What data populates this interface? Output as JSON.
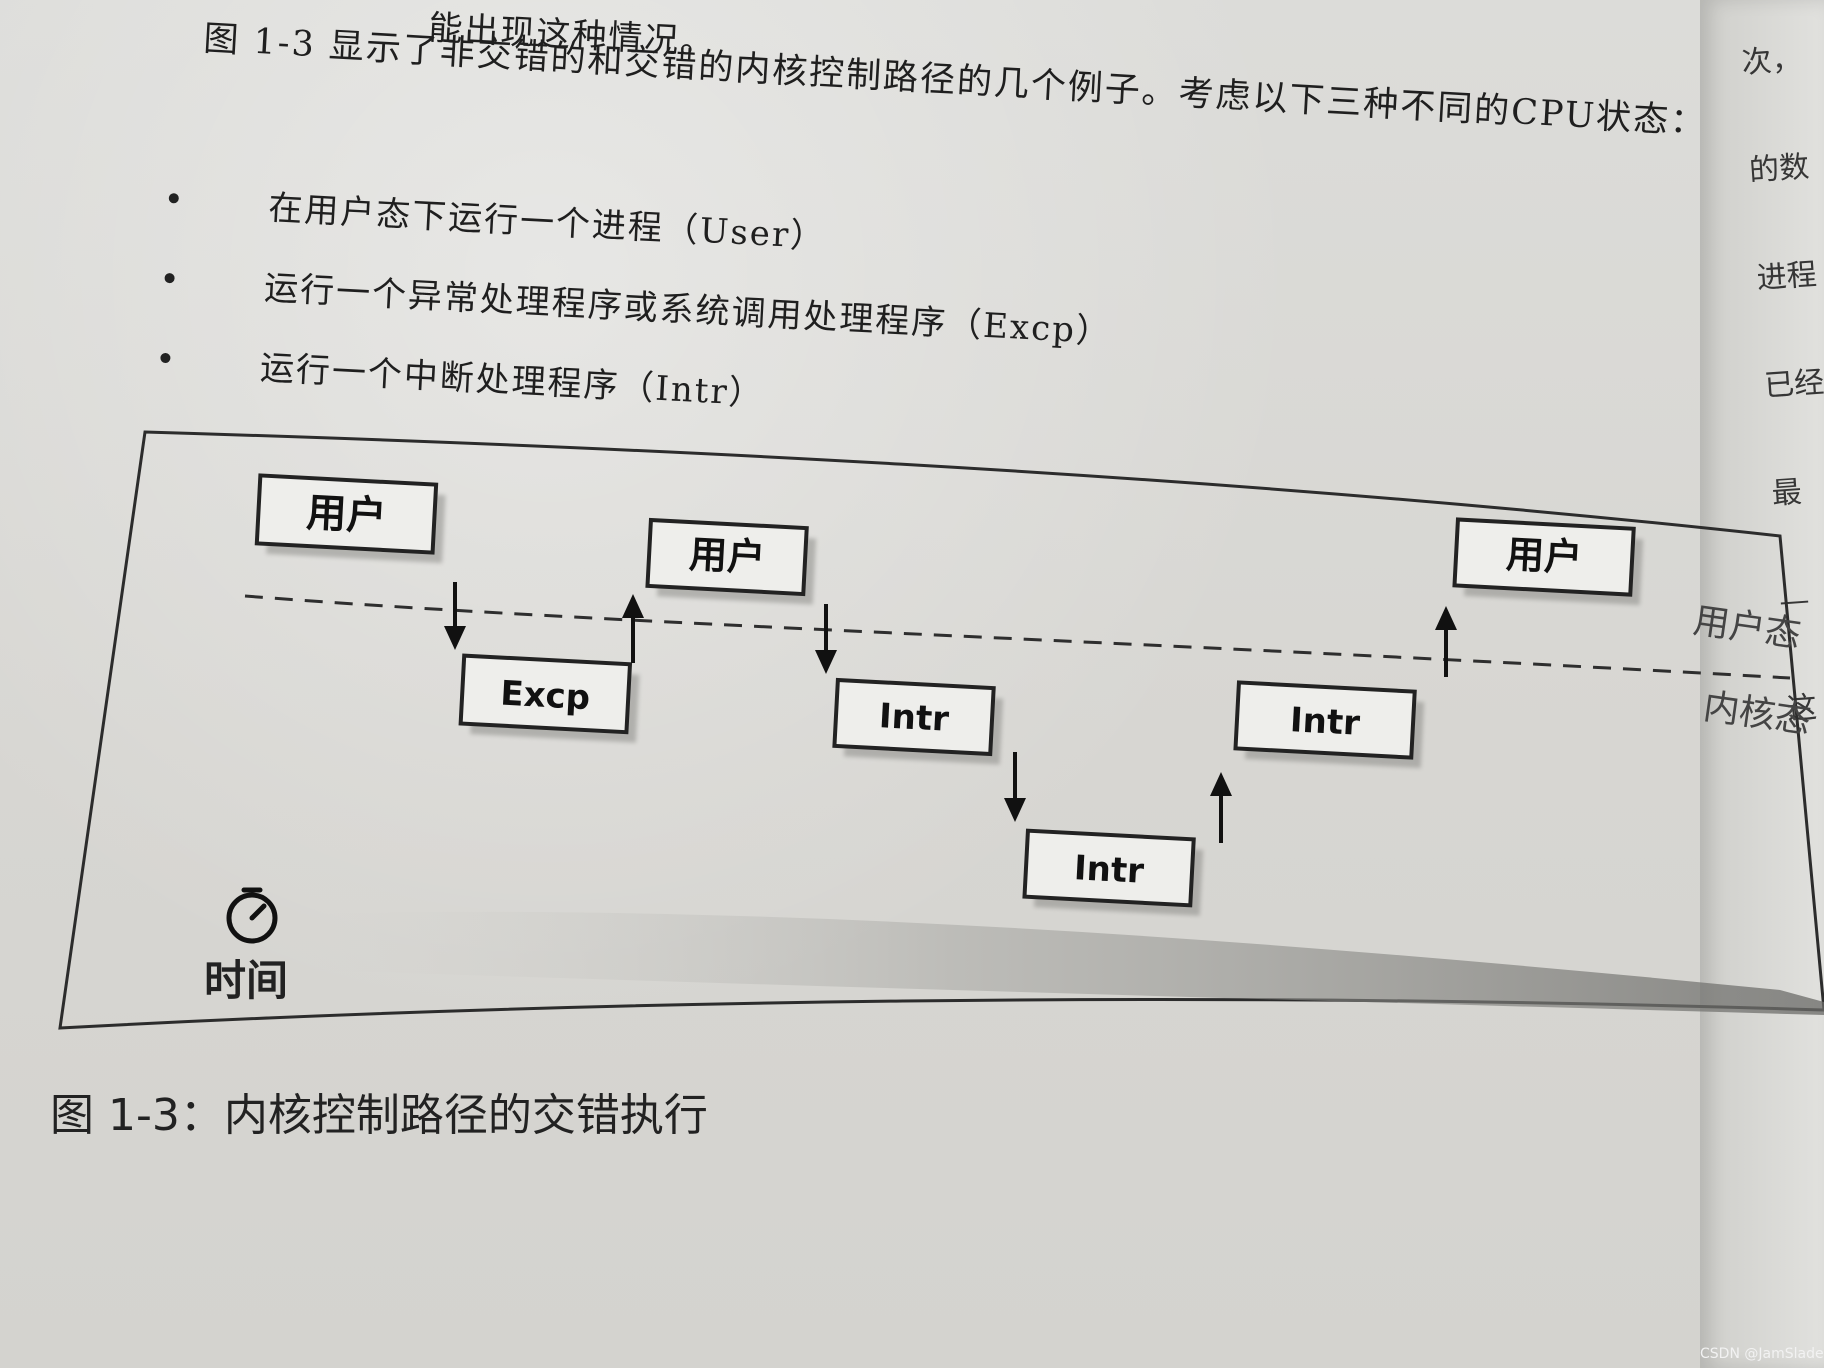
{
  "page": {
    "top_fragment": "能出现这种情况。",
    "intro_text": "图 1-3 显示了非交错的和交错的内核控制路径的几个例子。考虑以下三种不同的CPU状态：",
    "bullets": [
      "在用户态下运行一个进程（User）",
      "运行一个异常处理程序或系统调用处理程序（Excp）",
      "运行一个中断处理程序（Intr）"
    ],
    "right_text": [
      "次，",
      "的数",
      "进程",
      "已经",
      "最",
      "—",
      "这"
    ]
  },
  "figure": {
    "boxes": [
      {
        "label": "用户"
      },
      {
        "label": "Excp"
      },
      {
        "label": "用户"
      },
      {
        "label": "Intr"
      },
      {
        "label": "Intr"
      },
      {
        "label": "Intr"
      },
      {
        "label": "用户"
      }
    ],
    "state_labels": {
      "user": "用户态",
      "kernel": "内核态"
    },
    "time_label": "时间",
    "caption": "图 1-3：内核控制路径的交错执行"
  },
  "footer": {
    "watermark": "CSDN @JamSlade"
  }
}
